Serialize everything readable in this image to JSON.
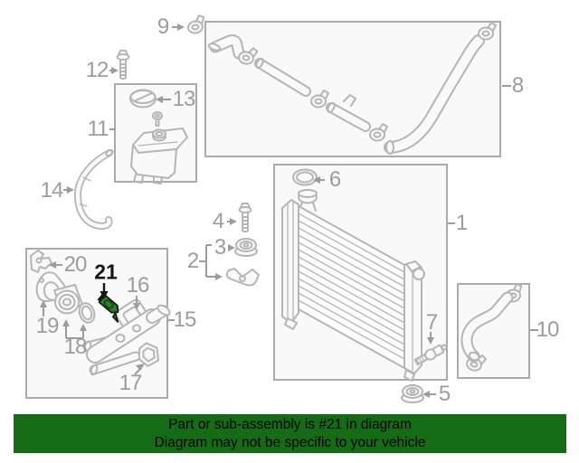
{
  "diagram": {
    "callouts": {
      "c1": "1",
      "c2": "2",
      "c3": "3",
      "c4": "4",
      "c5": "5",
      "c6": "6",
      "c7": "7",
      "c8": "8",
      "c9": "9",
      "c10": "10",
      "c11": "11",
      "c12": "12",
      "c13": "13",
      "c14": "14",
      "c15": "15",
      "c16": "16",
      "c17": "17",
      "c18": "18",
      "c19": "19",
      "c20": "20",
      "c21": "21"
    },
    "highlighted_callout": "21",
    "colors": {
      "artwork_line": "#b5b5b5",
      "callout_label": "#9c9c9c",
      "highlight_part_green": "#2e7d2e",
      "highlight_outline": "#161616"
    }
  },
  "banner": {
    "line1": "Part or sub-assembly is #21 in diagram",
    "line2": "Diagram may not be specific to your vehicle",
    "bg_color": "#166c16",
    "text_color": "#000000"
  }
}
